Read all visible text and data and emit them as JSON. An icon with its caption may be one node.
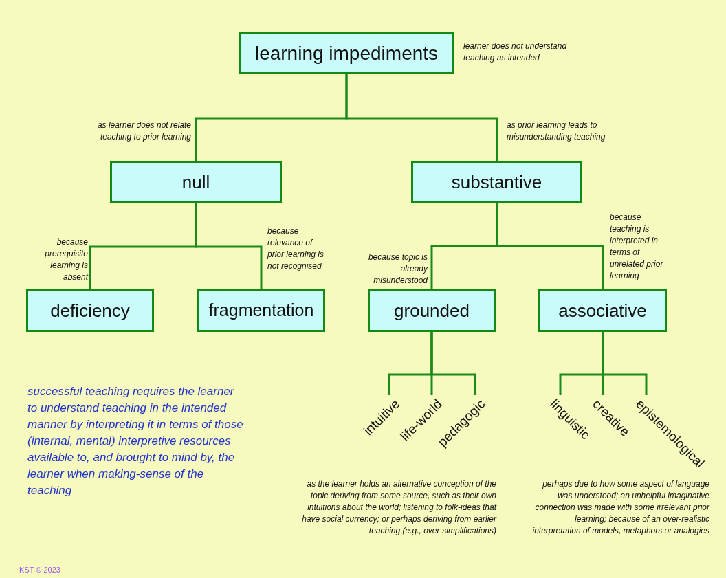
{
  "diagram": {
    "nodes": [
      {
        "text": [
          "learning impediments"
        ],
        "beside": [
          "learner does not understand teaching as intended"
        ]
      },
      {
        "text": [
          "null"
        ]
      },
      {
        "text": [
          "substantive"
        ]
      },
      {
        "text": [
          "deficiency"
        ]
      },
      {
        "text": [
          "fragmentation"
        ]
      },
      {
        "text": [
          "grounded"
        ]
      },
      {
        "text": [
          "associative"
        ]
      },
      {
        "text": [
          "intuitive"
        ]
      },
      {
        "text": [
          "life-world"
        ]
      },
      {
        "text": [
          "pedagogic"
        ]
      },
      {
        "text": [
          "linguistic"
        ]
      },
      {
        "text": [
          "creative"
        ]
      },
      {
        "text": [
          "epistemological"
        ]
      }
    ],
    "edges": [
      {
        "from": 0,
        "to": 1,
        "arrow": "none",
        "label": "as learner does not relate teaching to prior learning"
      },
      {
        "from": 0,
        "to": 2,
        "arrow": "none",
        "label": "as prior learning leads to misunderstanding teaching"
      },
      {
        "from": 1,
        "to": 3,
        "arrow": "none",
        "label": "because prerequisite learning is absent"
      },
      {
        "from": 1,
        "to": 4,
        "arrow": "none",
        "label": "because relevance of prior learning is not recognised"
      },
      {
        "from": 2,
        "to": 5,
        "arrow": "none",
        "label": "because topic is already misunderstood"
      },
      {
        "from": 2,
        "to": 6,
        "arrow": "none",
        "label": "because teaching is interpreted in terms of unrelated prior learning"
      },
      {
        "from": 5,
        "to": 7,
        "arrow": "none"
      },
      {
        "from": 5,
        "to": 8,
        "arrow": "none"
      },
      {
        "from": 5,
        "to": 9,
        "arrow": "none"
      },
      {
        "from": 6,
        "to": 10,
        "arrow": "none"
      },
      {
        "from": 6,
        "to": 11,
        "arrow": "none"
      },
      {
        "from": 6,
        "to": 12,
        "arrow": "none"
      }
    ],
    "labels": [
      "successful teaching requires the learner to understand teaching in the intended manner by interpreting it in terms of those (internal, mental) interpretive resources available to, and brought to mind by, the learner when making-sense of the teaching",
      "as the learner holds an alternative conception of the topic deriving from some source, such as their own intuitions about the world; listening to folk-ideas that have social currency; or perhaps deriving from earlier teaching (e.g., over-simplifications)",
      "perhaps due to how some aspect of language was understood; an unhelpful imaginative connection was made with some irrelevant prior learning; because of an over-realistic interpretation of models, metaphors or analogies",
      "KST © 2023"
    ]
  }
}
